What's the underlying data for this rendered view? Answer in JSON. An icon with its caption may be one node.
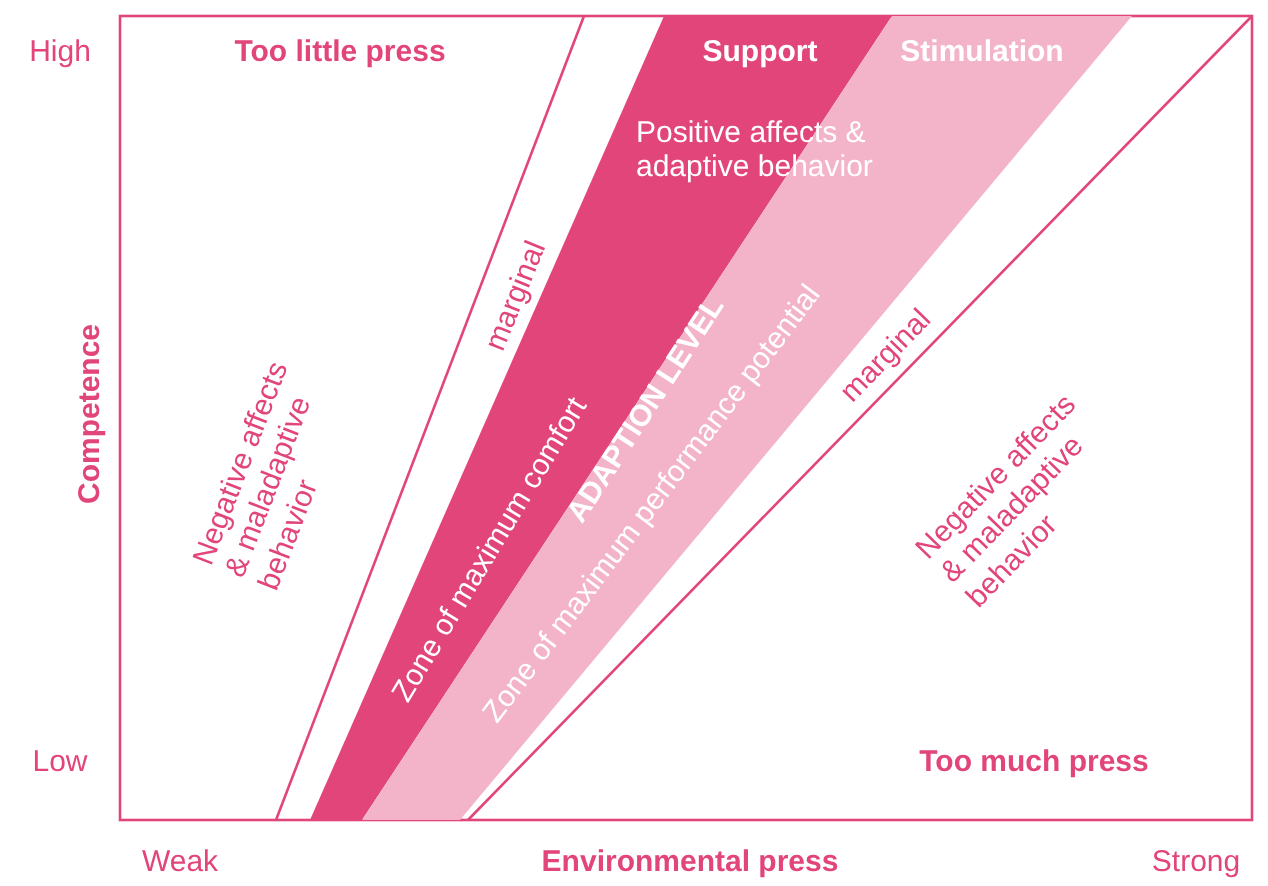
{
  "diagram": {
    "nodes": [
      {
        "text": [
          "Support",
          "Zone of maximum comfort"
        ]
      },
      {
        "text": [
          "Stimulation",
          "Zone of maximum performance potential"
        ]
      }
    ],
    "edges": [],
    "labels": [
      "High",
      "Too little press",
      "Positive affects & adaptive behavior",
      "marginal",
      "Competence",
      "Negative affects & maladaptive behavior",
      "ADAPTION LEVEL",
      "marginal",
      "Negative affects & maladaptive behavior",
      "Low",
      "Too much press",
      "Weak",
      "Environmental press",
      "Strong"
    ]
  }
}
